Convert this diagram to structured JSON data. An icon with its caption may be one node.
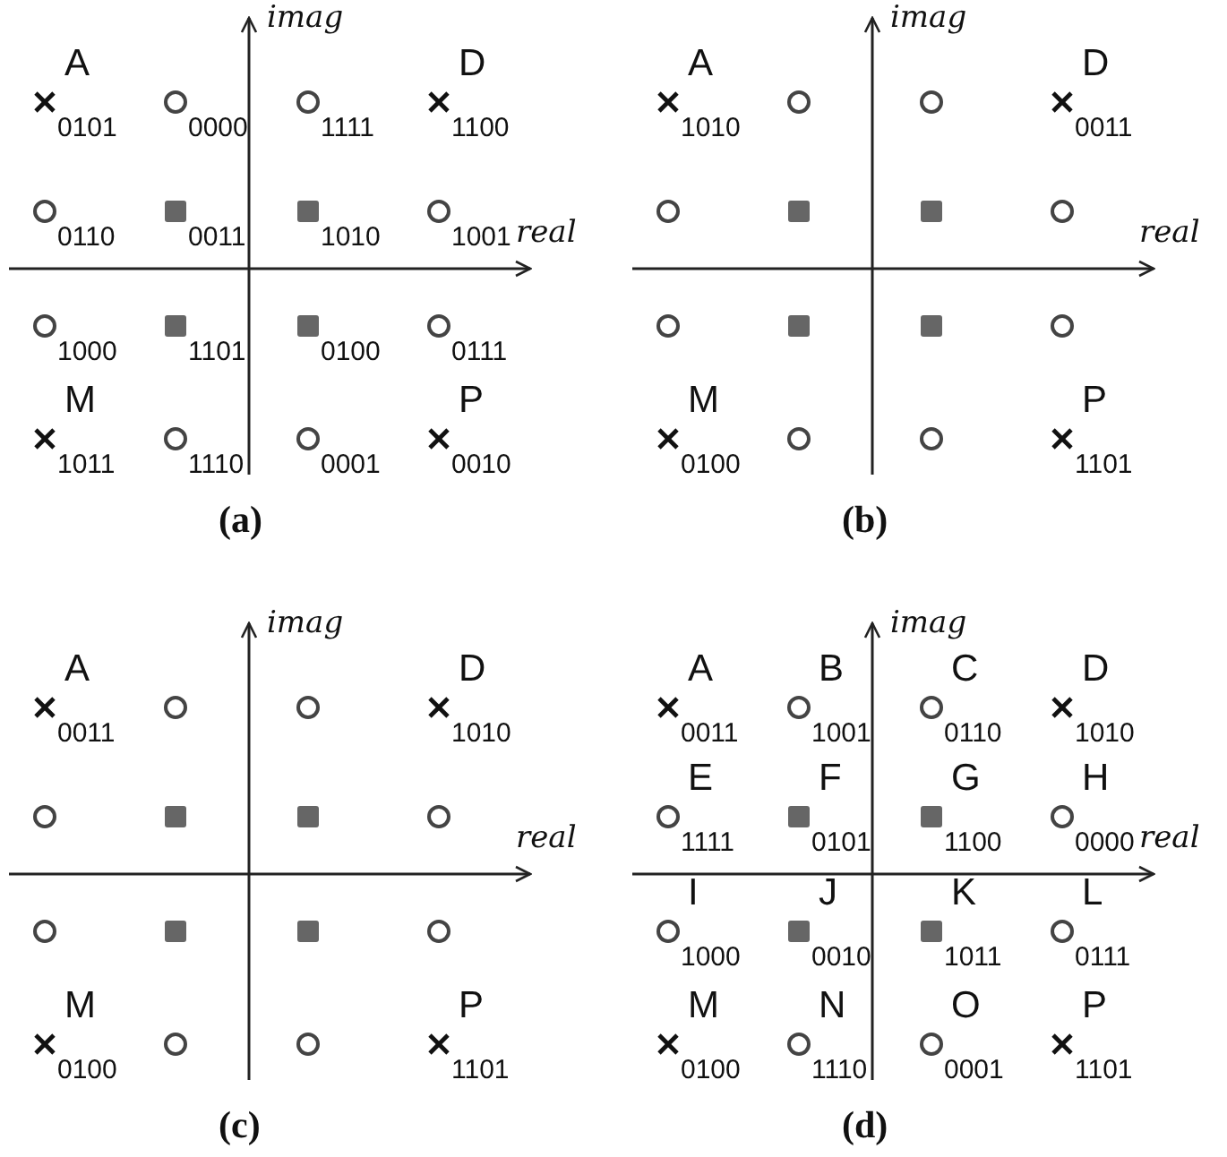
{
  "diagram": {
    "labels": [
      "imag",
      "A",
      "D",
      "0101",
      "0000",
      "1111",
      "1100",
      "0110",
      "0011",
      "1010",
      "1001",
      "real",
      "1000",
      "1101",
      "0100",
      "0111",
      "M",
      "P",
      "1011",
      "1110",
      "0001",
      "0010",
      "(a)",
      "imag",
      "A",
      "D",
      "1010",
      "0011",
      "real",
      "M",
      "P",
      "0100",
      "1101",
      "(b)",
      "imag",
      "A",
      "D",
      "0011",
      "1010",
      "real",
      "M",
      "P",
      "0100",
      "1101",
      "(c)",
      "imag",
      "A",
      "B",
      "C",
      "D",
      "0011",
      "1001",
      "0110",
      "1010",
      "E",
      "F",
      "G",
      "H",
      "1111",
      "0101",
      "1100",
      "0000",
      "real",
      "I",
      "J",
      "K",
      "L",
      "1000",
      "0010",
      "1011",
      "0111",
      "M",
      "N",
      "O",
      "P",
      "0100",
      "1110",
      "0001",
      "1101",
      "(d)"
    ]
  }
}
